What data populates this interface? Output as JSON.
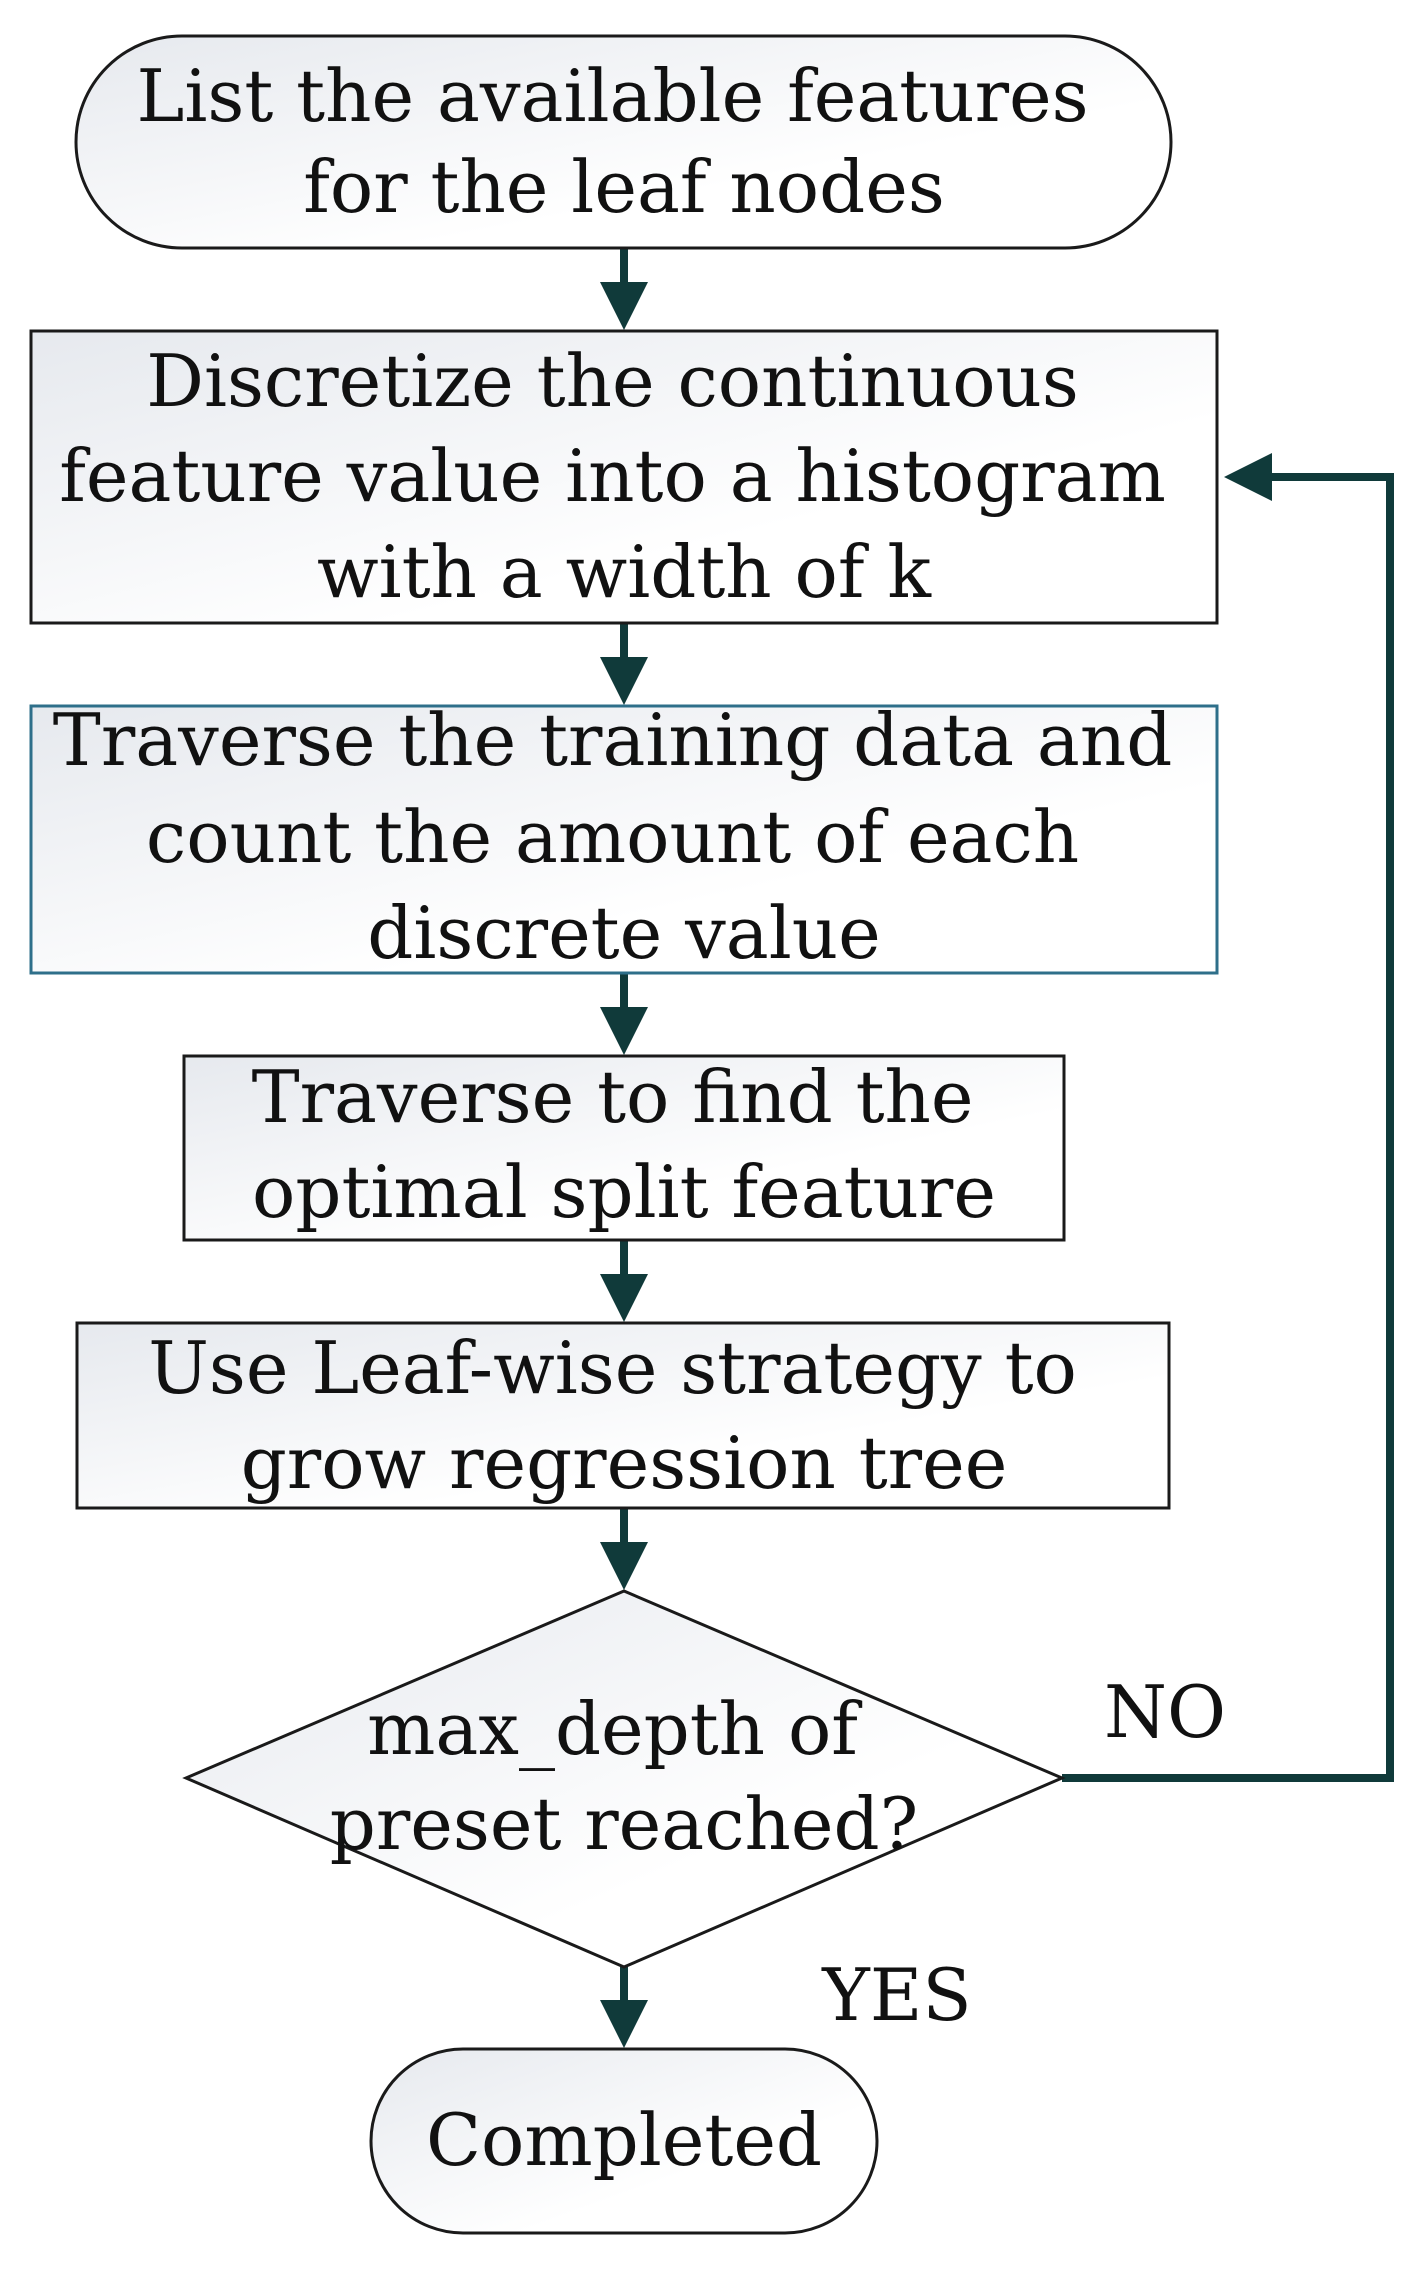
{
  "nodes": {
    "start": {
      "lines": [
        "List the available features",
        "for the leaf nodes"
      ]
    },
    "discretize": {
      "lines": [
        "Discretize the continuous",
        "feature value into a histogram",
        "with a width of k"
      ]
    },
    "traverse_data": {
      "lines": [
        "Traverse the training data and",
        "count the amount of each",
        "discrete value"
      ]
    },
    "find_split": {
      "lines": [
        "Traverse to find the",
        "optimal split feature"
      ]
    },
    "leaf_wise": {
      "lines": [
        "Use Leaf-wise strategy to",
        "grow regression tree"
      ]
    },
    "decision": {
      "lines": [
        "max_depth of",
        "preset reached?"
      ]
    },
    "end": {
      "lines": [
        "Completed"
      ]
    }
  },
  "edge_labels": {
    "no": "NO",
    "yes": "YES"
  },
  "colors": {
    "arrow": "#103a3a",
    "node_border": "#1a1a1a",
    "highlight_border": "#2e6f8a",
    "fill_start": "#e6e9ee",
    "fill_end": "#ffffff"
  }
}
